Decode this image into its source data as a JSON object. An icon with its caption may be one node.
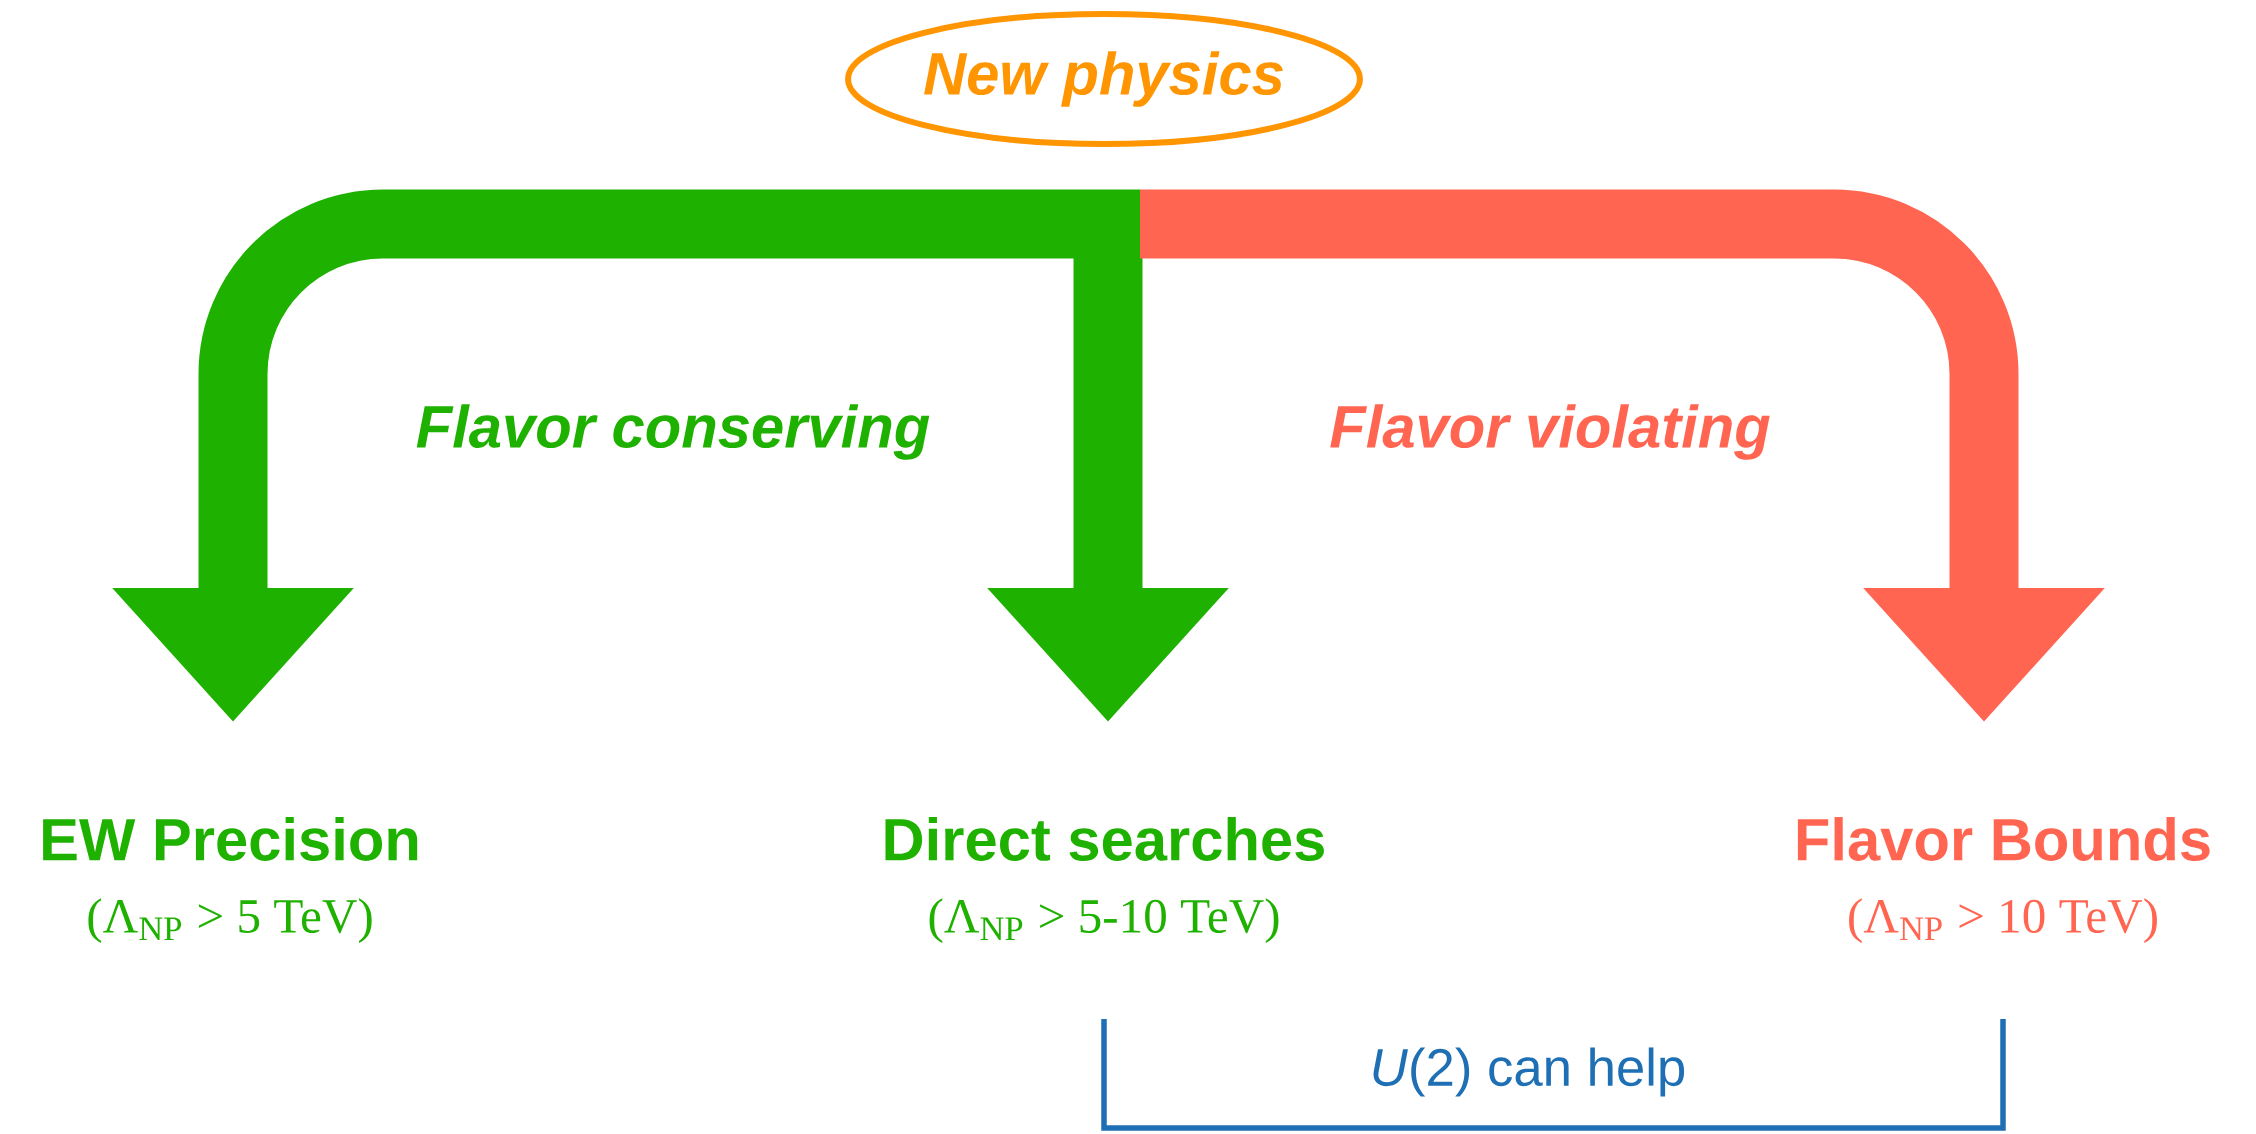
{
  "diagram": {
    "nodes": [
      {
        "text": [
          "New physics"
        ]
      },
      {
        "text": [
          "EW Precision",
          "(Λ$_{NP}$ > 5 TeV)"
        ]
      },
      {
        "text": [
          "Direct searches",
          "(Λ$_{NP}$ > 5-10 TeV)"
        ]
      },
      {
        "text": [
          "Flavor Bounds",
          "(Λ$_{NP}$ > 10 TeV)"
        ]
      }
    ],
    "edges": [
      {
        "from": 0,
        "to": 1,
        "arrow": "to",
        "color": "#1fb100"
      },
      {
        "from": 0,
        "to": 2,
        "arrow": "to",
        "color": "#1fb100"
      },
      {
        "from": 0,
        "to": 3,
        "arrow": "to",
        "color": "#ff6550"
      }
    ],
    "labels": [
      "Flavor conserving",
      "Flavor violating",
      "*U*(2) can help"
    ]
  }
}
